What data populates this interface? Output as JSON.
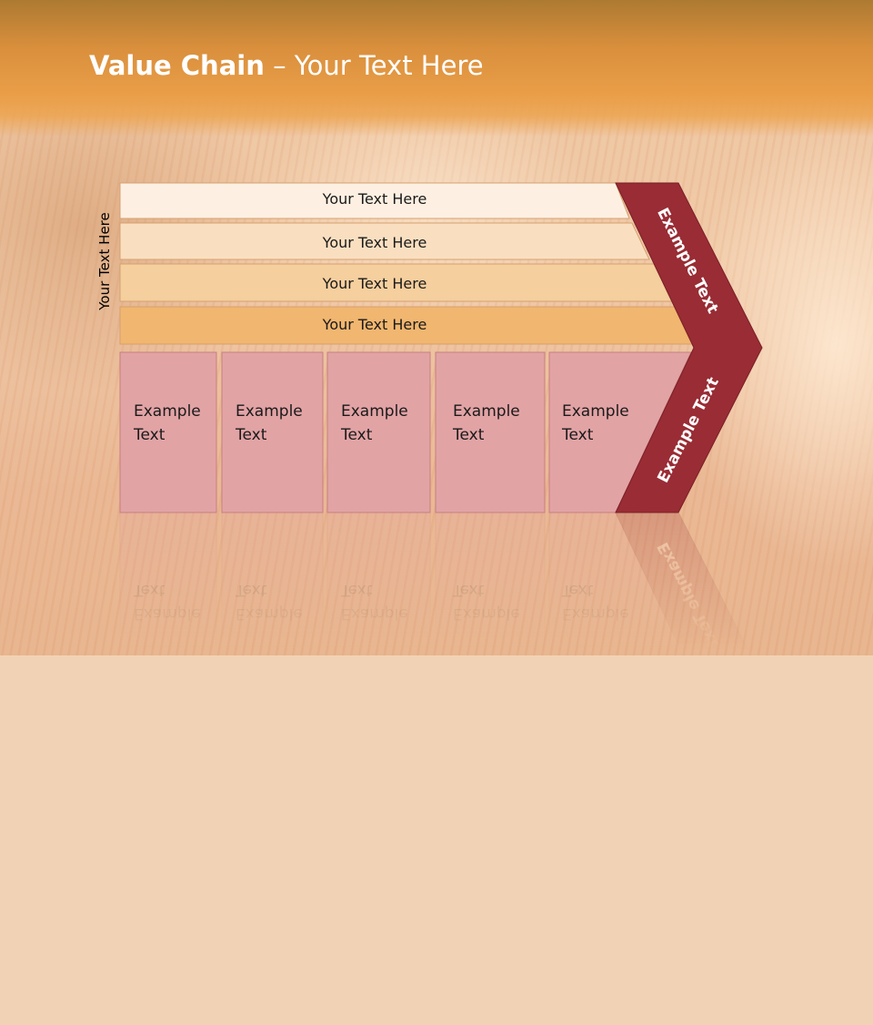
{
  "slide": {
    "title_bold": "Value Chain",
    "title_rest": " – Your Text Here",
    "side_label": "Your Text Here"
  },
  "rows": [
    {
      "label": "Your Text Here",
      "fill": "#fdf0e2"
    },
    {
      "label": "Your Text Here",
      "fill": "#f9dfc0"
    },
    {
      "label": "Your Text Here",
      "fill": "#f5cf9e"
    },
    {
      "label": "Your Text Here",
      "fill": "#f1b66f"
    }
  ],
  "cards": [
    {
      "text": "Example\nText"
    },
    {
      "text": "Example\nText"
    },
    {
      "text": "Example\nText"
    },
    {
      "text": "Example\nText"
    },
    {
      "text": "Example\nText"
    }
  ],
  "chevron": {
    "upper_label": "Example Text",
    "lower_label": "Example Text",
    "fill": "#992c34"
  },
  "colors": {
    "header": "#e99a44",
    "card_fill": "#e2a3a5",
    "card_stroke": "#c77f80"
  }
}
